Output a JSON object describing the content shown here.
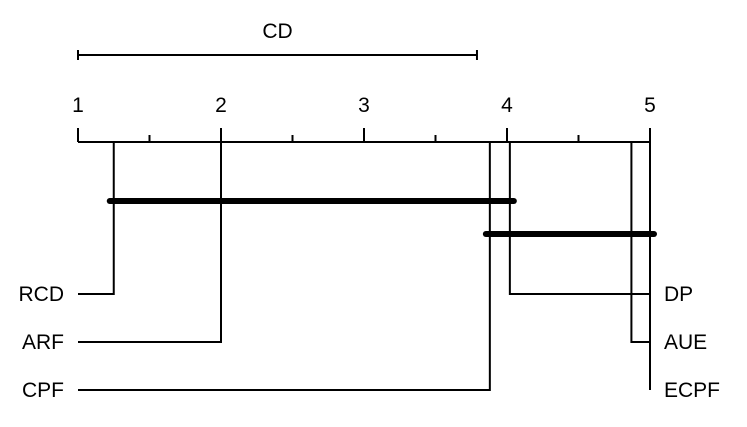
{
  "chart_data": {
    "type": "critical-difference-diagram",
    "title": "",
    "cd_label": "CD",
    "cd_value": 2.79,
    "axis": {
      "min": 1,
      "max": 5,
      "ticks": [
        "1",
        "2",
        "3",
        "4",
        "5"
      ]
    },
    "methods_left": [
      {
        "name": "RCD",
        "rank": 1.25
      },
      {
        "name": "ARF",
        "rank": 2.0
      },
      {
        "name": "CPF",
        "rank": 3.88
      }
    ],
    "methods_right": [
      {
        "name": "DP",
        "rank": 4.02
      },
      {
        "name": "AUE",
        "rank": 4.87
      },
      {
        "name": "ECPF",
        "rank": 5.0
      }
    ],
    "cliques": [
      {
        "from": 1.25,
        "to": 4.02
      },
      {
        "from": 3.88,
        "to": 5.0
      }
    ]
  }
}
